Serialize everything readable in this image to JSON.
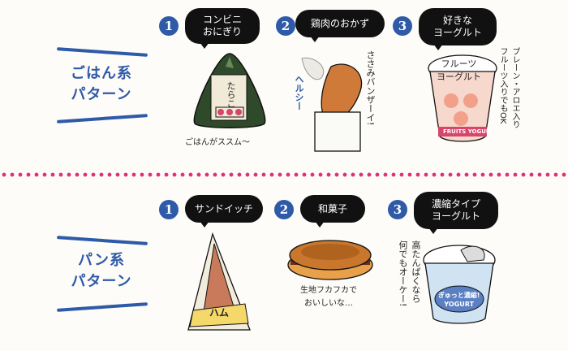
{
  "sections": [
    {
      "category": "ごはん系\nパターン",
      "items": [
        {
          "number": "1",
          "bubble": "コンビニ\nおにぎり",
          "label": "たらこ",
          "caption": "ごはんがススム〜"
        },
        {
          "number": "2",
          "bubble": "鶏肉のおかず",
          "label": "ヘルシー",
          "caption": "ささみバンザーイ!"
        },
        {
          "number": "3",
          "bubble": "好きな\nヨーグルト",
          "label": "フルーツ\nヨーグルト",
          "caption": "プレーン・アロエ入り\nフルーツ入りでもOK",
          "cup_text": "FRUITS YOGURT"
        }
      ]
    },
    {
      "category": "パン系\nパターン",
      "items": [
        {
          "number": "1",
          "bubble": "サンドイッチ",
          "label": "ハム"
        },
        {
          "number": "2",
          "bubble": "和菓子",
          "caption": "生地フカフカで\nおいしいな…"
        },
        {
          "number": "3",
          "bubble": "濃縮タイプ\nヨーグルト",
          "label": "ぎゅっと濃縮!\nYOGURT",
          "caption": "高たんぱくなら\n何でもオーケー!"
        }
      ]
    }
  ],
  "colors": {
    "accent": "#2f5aa8",
    "divider": "#e0307a"
  }
}
